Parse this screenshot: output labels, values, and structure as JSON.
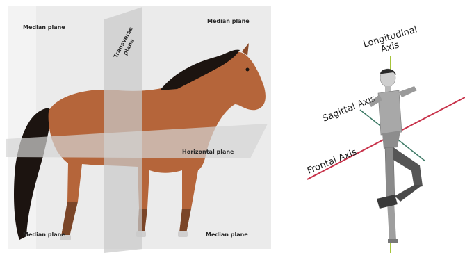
{
  "left_diagram": {
    "labels": {
      "median_top_left": "Median plane",
      "median_top_right": "Median plane",
      "transverse_line1": "Transverse",
      "transverse_line2": "plane",
      "horizontal": "Horizontal plane",
      "median_bottom_left": "Median plane",
      "median_bottom_right": "Median plane"
    },
    "colors": {
      "plane": "#d8d8d8",
      "horse_body": "#b5653a",
      "mane": "#1c1410"
    }
  },
  "right_diagram": {
    "labels": {
      "longitudinal_line1": "Longitudinal",
      "longitudinal_line2": "Axis",
      "sagittal": "Sagittal Axis",
      "frontal": "Frontal Axis"
    },
    "colors": {
      "longitudinal_axis": "#a6c43a",
      "sagittal_axis": "#3e7a66",
      "frontal_axis": "#c8324a",
      "figure": "#9a9a9a"
    }
  }
}
